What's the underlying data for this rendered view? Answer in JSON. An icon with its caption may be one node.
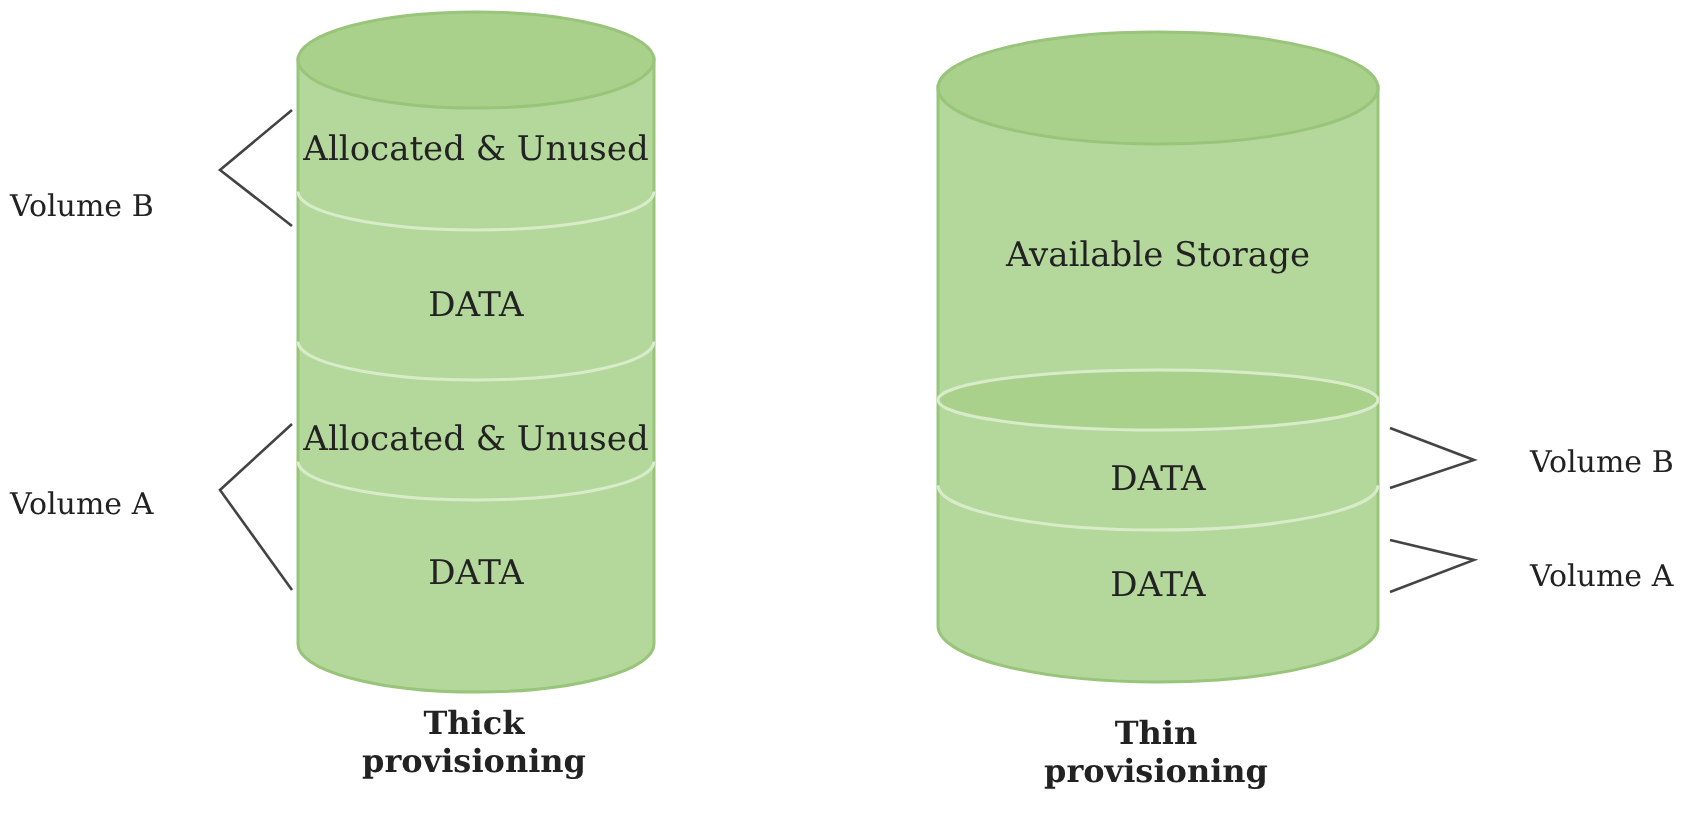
{
  "diagram": {
    "nodes": [
      {
        "text": [],
        "shape": "cylinder",
        "beside": [
          "Thick provisioning"
        ]
      },
      {
        "text": [
          "Allocated & Unused"
        ],
        "in": 0
      },
      {
        "text": [
          "DATA"
        ],
        "in": 0
      },
      {
        "text": [
          "Allocated & Unused"
        ],
        "in": 0
      },
      {
        "text": [
          "DATA"
        ],
        "in": 0
      },
      {
        "text": [],
        "shape": "cylinder",
        "beside": [
          "Thin provisioning"
        ]
      },
      {
        "text": [
          "Available Storage"
        ],
        "in": 5
      },
      {
        "text": [
          "DATA"
        ],
        "in": 5
      },
      {
        "text": [
          "DATA"
        ],
        "in": 5
      }
    ],
    "edges": [],
    "labels": [
      "Volume B",
      "Volume A",
      "Volume B",
      "Volume A"
    ]
  }
}
